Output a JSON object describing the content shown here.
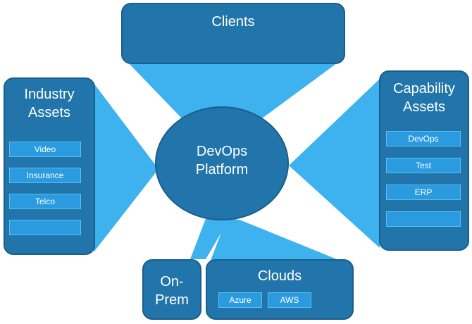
{
  "diagram": {
    "center": {
      "title_line1": "DevOps",
      "title_line2": "Platform"
    },
    "clients": {
      "title": "Clients"
    },
    "industry_assets": {
      "title_line1": "Industry",
      "title_line2": "Assets",
      "items": [
        "Video",
        "Insurance",
        "Telco",
        ""
      ]
    },
    "capability_assets": {
      "title_line1": "Capability",
      "title_line2": "Assets",
      "items": [
        "DevOps",
        "Test",
        "ERP",
        ""
      ]
    },
    "on_prem": {
      "title_line1": "On-",
      "title_line2": "Prem"
    },
    "clouds": {
      "title": "Clouds",
      "items": [
        "Azure",
        "AWS"
      ]
    }
  },
  "colors": {
    "box_fill": "#2175AB",
    "box_border": "#1A5E8A",
    "connector": "#3DB2EE",
    "chip_fill": "#2B9BE0",
    "text": "#FFFFFF"
  }
}
